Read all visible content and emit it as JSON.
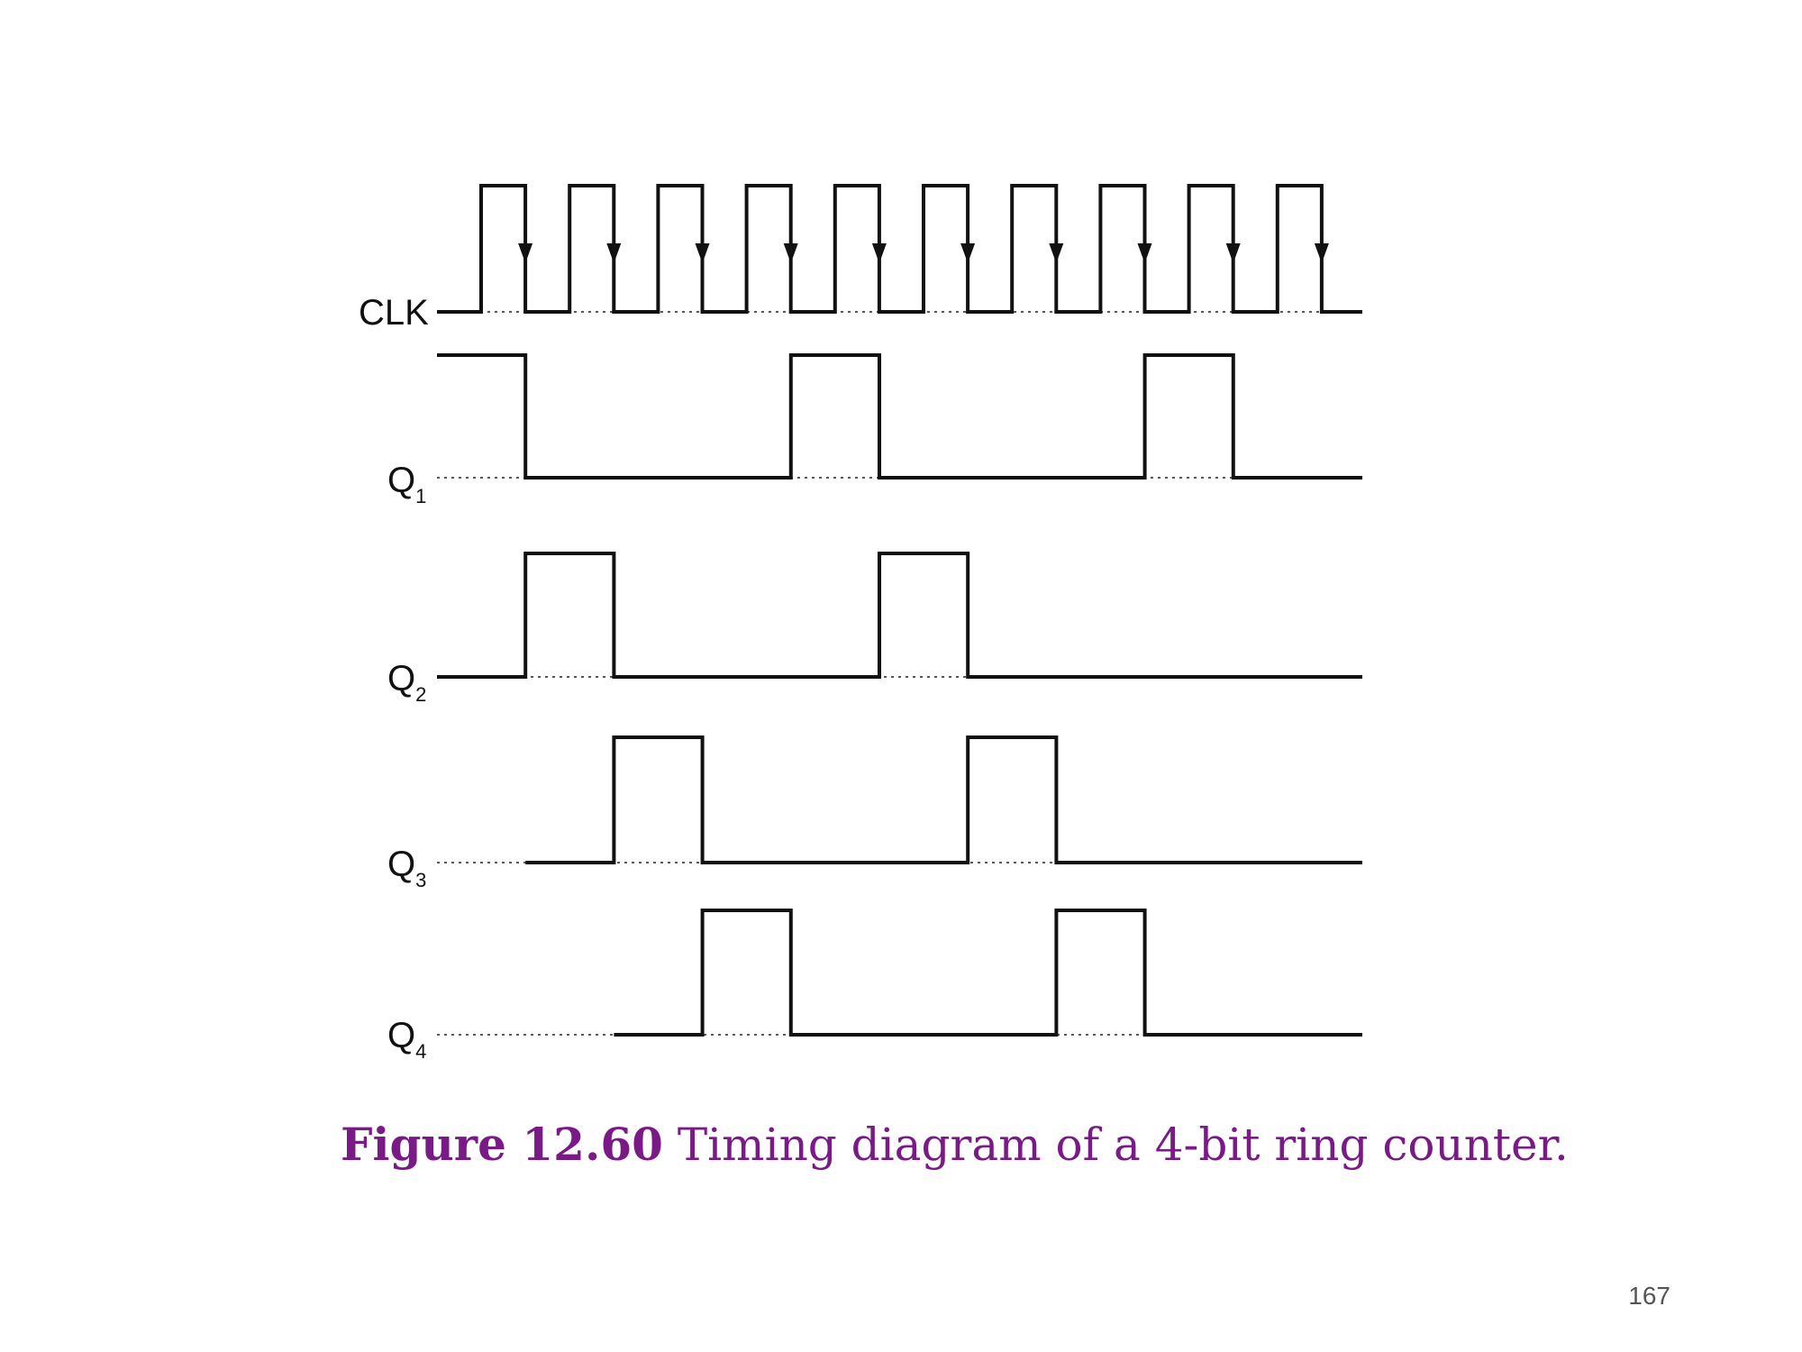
{
  "caption": {
    "figure_number": "Figure 12.60",
    "text": " Timing diagram of a 4-bit ring counter."
  },
  "page_number": "167",
  "signals": [
    {
      "id": "clk",
      "name": "CLK",
      "subscript": "",
      "waveform": [
        0,
        1,
        0,
        1,
        0,
        1,
        0,
        1,
        0,
        1,
        0,
        1,
        0,
        1,
        0,
        1,
        0,
        1,
        0,
        1,
        0
      ],
      "dotted_start": false
    },
    {
      "id": "q1",
      "name": "Q",
      "subscript": "1",
      "waveform": [
        1,
        0,
        0,
        0,
        1,
        0,
        0,
        0,
        1,
        0
      ],
      "dotted_start": false
    },
    {
      "id": "q2",
      "name": "Q",
      "subscript": "2",
      "waveform": [
        0,
        1,
        0,
        0,
        0,
        1,
        0,
        0,
        0,
        0
      ],
      "dotted_start": false
    },
    {
      "id": "q3",
      "name": "Q",
      "subscript": "3",
      "waveform": [
        0,
        0,
        1,
        0,
        0,
        0,
        1,
        0,
        0,
        0
      ],
      "dotted_start": true
    },
    {
      "id": "q4",
      "name": "Q",
      "subscript": "4",
      "waveform": [
        0,
        0,
        0,
        1,
        0,
        0,
        0,
        1,
        0,
        0
      ],
      "dotted_start": true
    }
  ],
  "colors": {
    "caption": "#7a1a86",
    "waveform": "#111111"
  }
}
